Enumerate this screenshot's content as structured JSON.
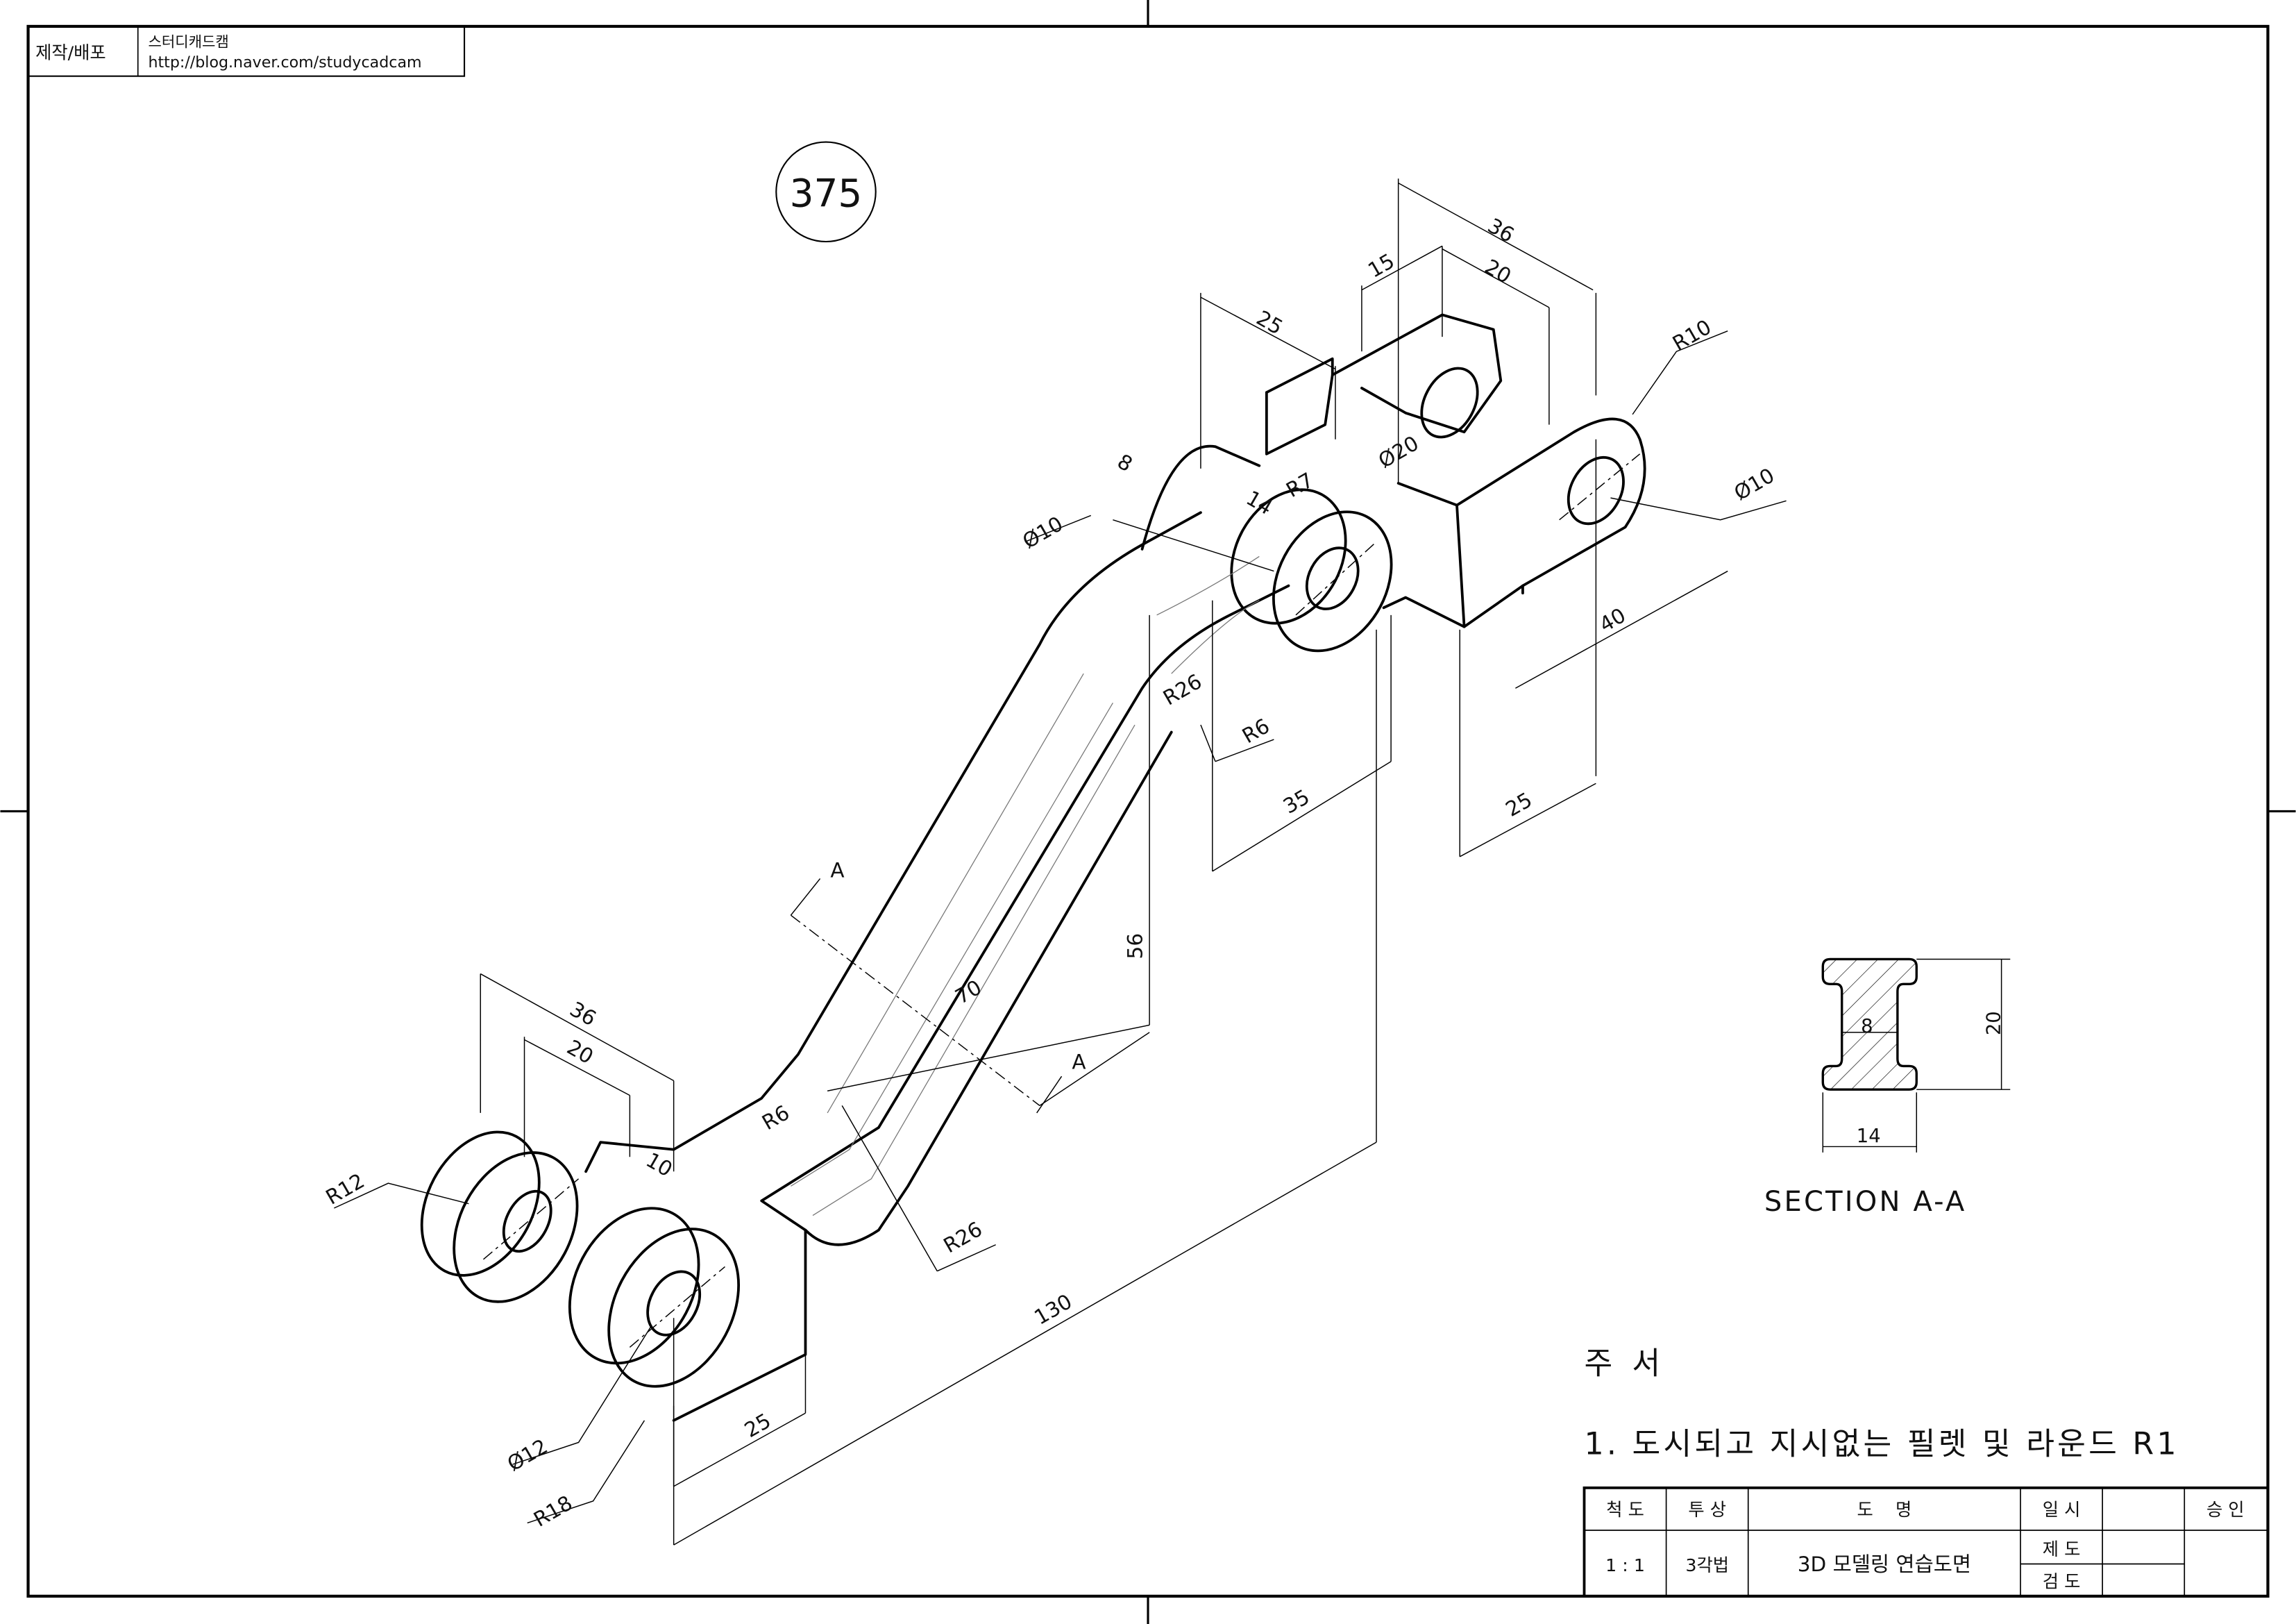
{
  "header": {
    "label": "제작/배포",
    "company": "스터디캐드캠",
    "url": "http://blog.naver.com/studycadcam"
  },
  "drawing_number": "375",
  "dimensions": {
    "top_36": "36",
    "top_15": "15",
    "top_20": "20",
    "top_25": "25",
    "r10": "R10",
    "d10_right": "Ø10",
    "d20": "Ø20",
    "r7": "R7",
    "d10_left": "Ø10",
    "dim_8": "8",
    "dim_14": "14",
    "dim_40": "40",
    "dim_25_right": "25",
    "r26_upper": "R26",
    "r6_upper": "R6",
    "dim_35": "35",
    "dim_56": "56",
    "dim_70": "70",
    "section_a1": "A",
    "section_a2": "A",
    "r6_lower": "R6",
    "r26_lower": "R26",
    "bottom_36": "36",
    "bottom_20": "20",
    "bottom_10": "10",
    "r12": "R12",
    "d12": "Ø12",
    "r18": "R18",
    "bottom_25": "25",
    "dim_130": "130"
  },
  "section": {
    "title": "SECTION A-A",
    "width": "8",
    "flange": "14",
    "height": "20"
  },
  "notes": {
    "title": "주  서",
    "items": [
      "1. 도시되고 지시없는 필렛 및 라운드 R1"
    ]
  },
  "title_block": {
    "scale_label": "척 도",
    "projection_label": "투 상",
    "name_label": "도    명",
    "date_label": "일 시",
    "approve_label": "승 인",
    "scale": "1 : 1",
    "projection": "3각법",
    "name": "3D 모델링 연습도면",
    "drawn_label": "제 도",
    "checked_label": "검 도"
  }
}
